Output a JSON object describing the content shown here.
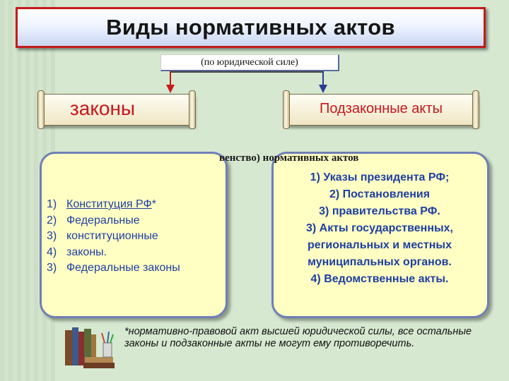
{
  "title": "Виды нормативных актов",
  "subtitle": "(по юридической силе)",
  "branches": {
    "laws": "законы",
    "bylaws": "Подзаконные акты"
  },
  "hierarchy_caption_hidden": "Иерархия (соподчиненность, главенство)",
  "hierarchy_caption_visible": "венство) нормативных актов",
  "laws_list": [
    {
      "num": "1)",
      "text": "Конституция РФ",
      "suffix": "*"
    },
    {
      "num": "2)",
      "text": "Федеральные",
      "suffix": ""
    },
    {
      "num": "3)",
      "text": "конституционные",
      "suffix": ""
    },
    {
      "num": "4)",
      "text": "законы.",
      "suffix": ""
    },
    {
      "num": "3)",
      "text": "Федеральные законы",
      "suffix": ""
    }
  ],
  "bylaws_list": [
    "1)  Указы президента РФ;",
    "2) Постановления",
    "3) правительства РФ.",
    "3)  Акты государственных,",
    "региональных и местных",
    "муниципальных органов.",
    "4)  Ведомственные акты."
  ],
  "footnote": "*нормативно-правовой акт высшей юридической силы, все остальные законы и подзаконные акты не могут ему противоречить.",
  "colors": {
    "title_border": "#c41b1b",
    "branch_text": "#c8161d",
    "list_text": "#1e3fa0",
    "panel_fill": "#ffffc4",
    "panel_border": "#6f7fb5",
    "background": "#d6e8d0"
  }
}
